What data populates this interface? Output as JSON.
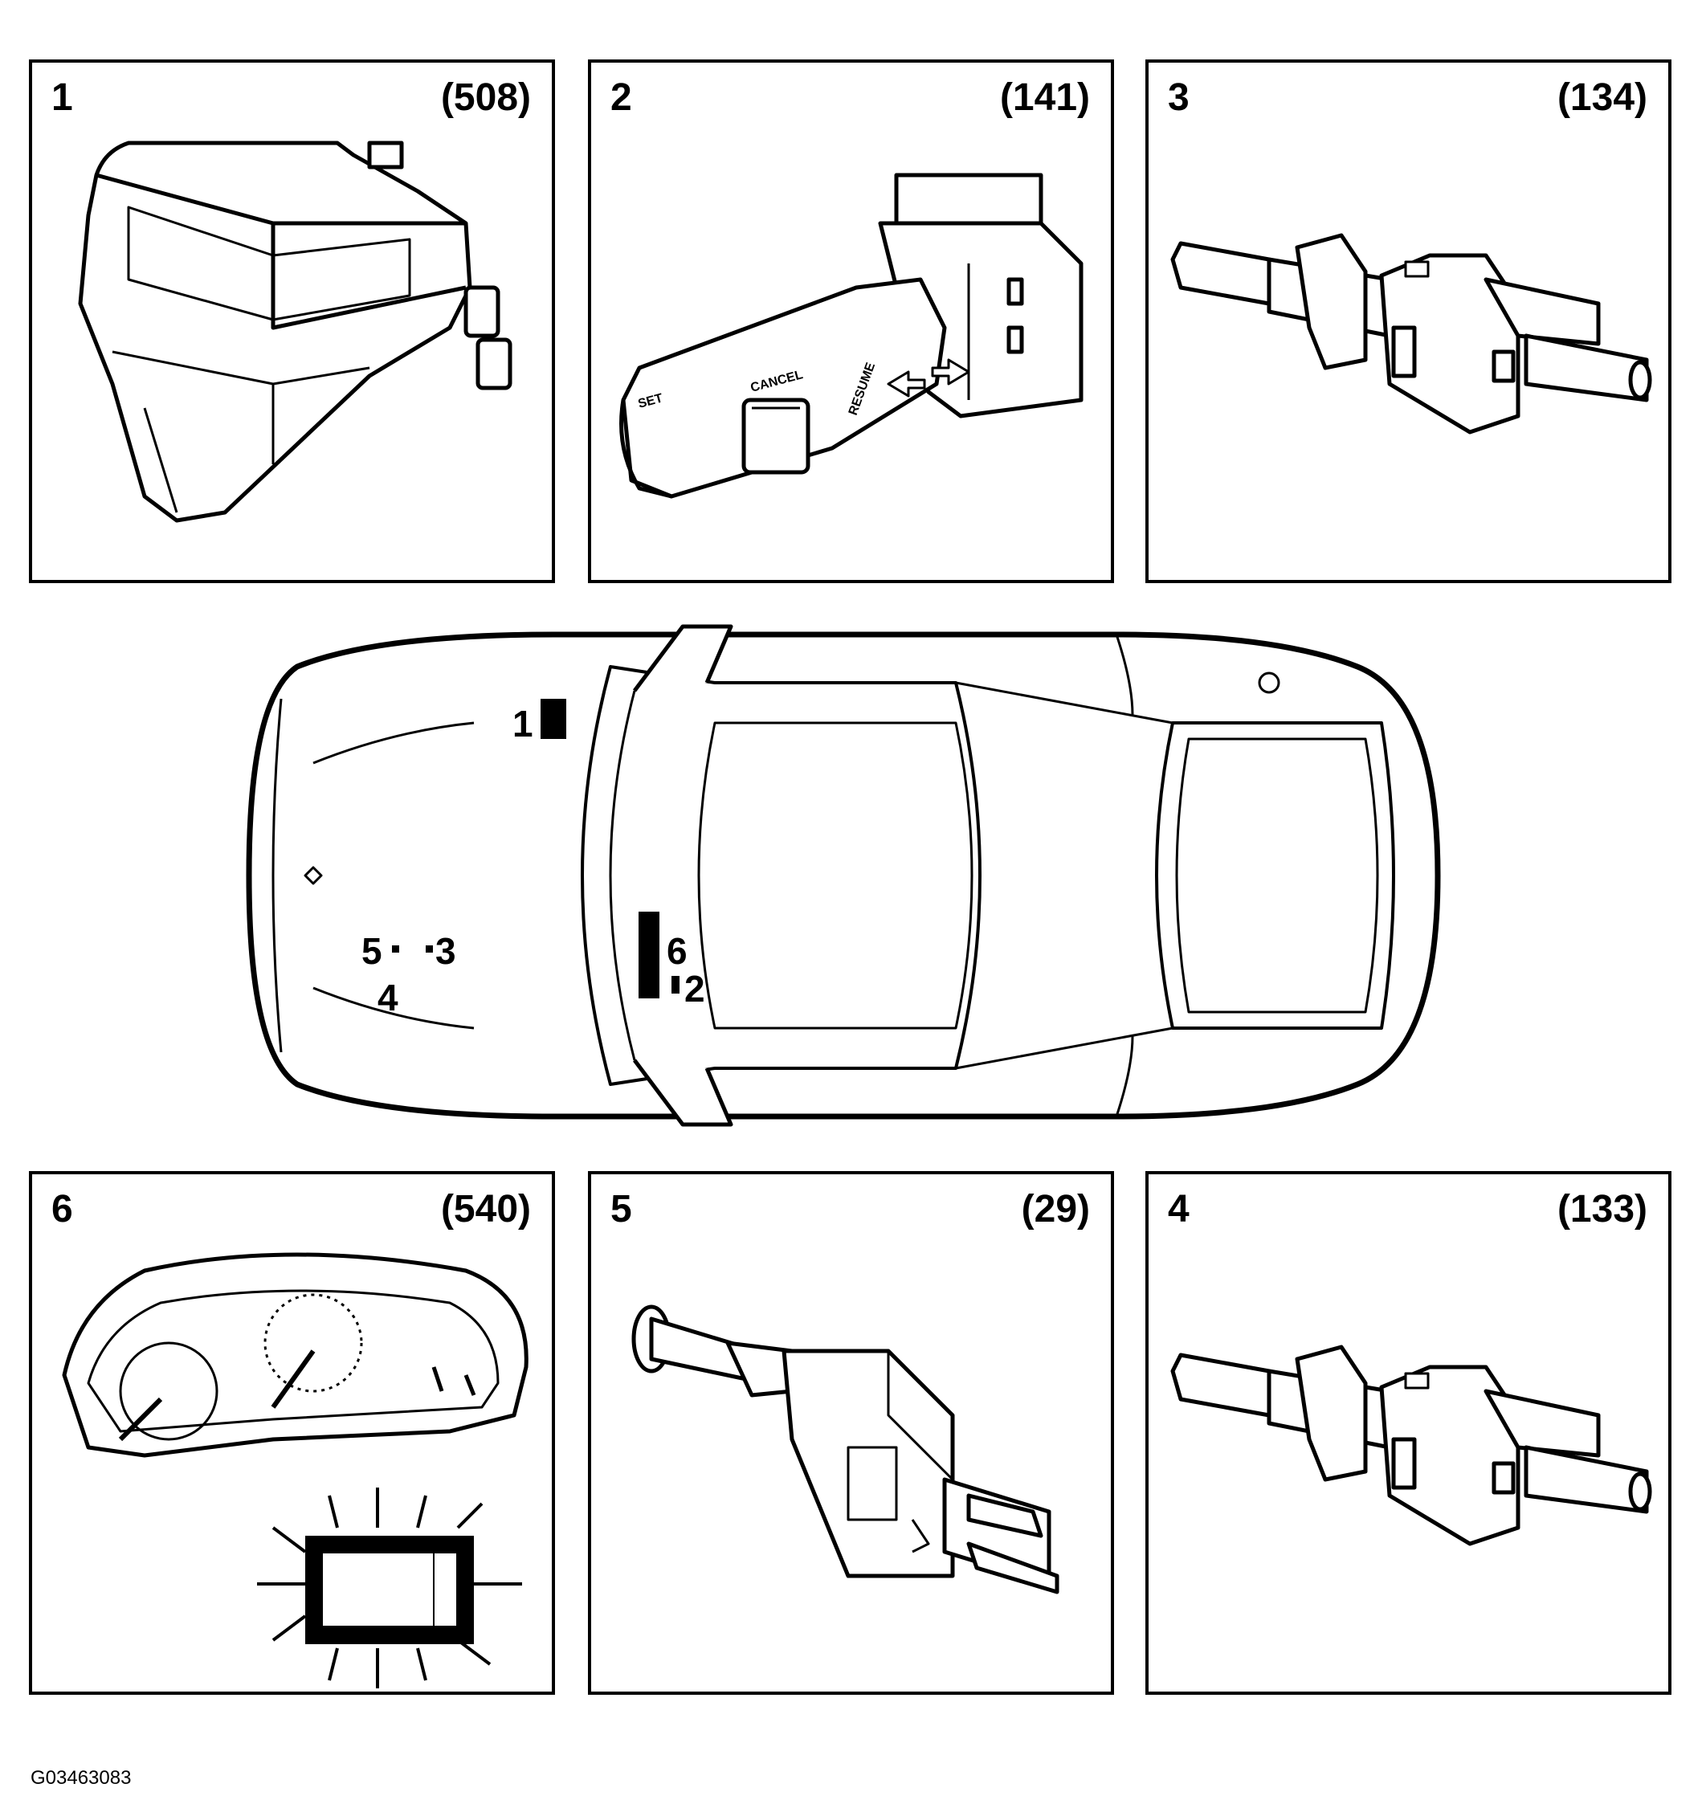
{
  "panels": [
    {
      "number": "1",
      "code": "(508)",
      "icon": "control-module-icon"
    },
    {
      "number": "2",
      "code": "(141)",
      "icon": "cruise-control-stalk-icon"
    },
    {
      "number": "3",
      "code": "(134)",
      "icon": "brake-pedal-switch-icon"
    },
    {
      "number": "6",
      "code": "(540)",
      "icon": "instrument-cluster-icon"
    },
    {
      "number": "5",
      "code": "(29)",
      "icon": "stop-lamp-switch-icon"
    },
    {
      "number": "4",
      "code": "(133)",
      "icon": "clutch-pedal-switch-icon"
    }
  ],
  "car_labels": [
    "1",
    "5",
    "3",
    "6",
    "4",
    "2"
  ],
  "stalk_text": {
    "set": "SET",
    "cancel": "CANCEL",
    "resume": "RESUME"
  },
  "figure_id": "G03463083"
}
